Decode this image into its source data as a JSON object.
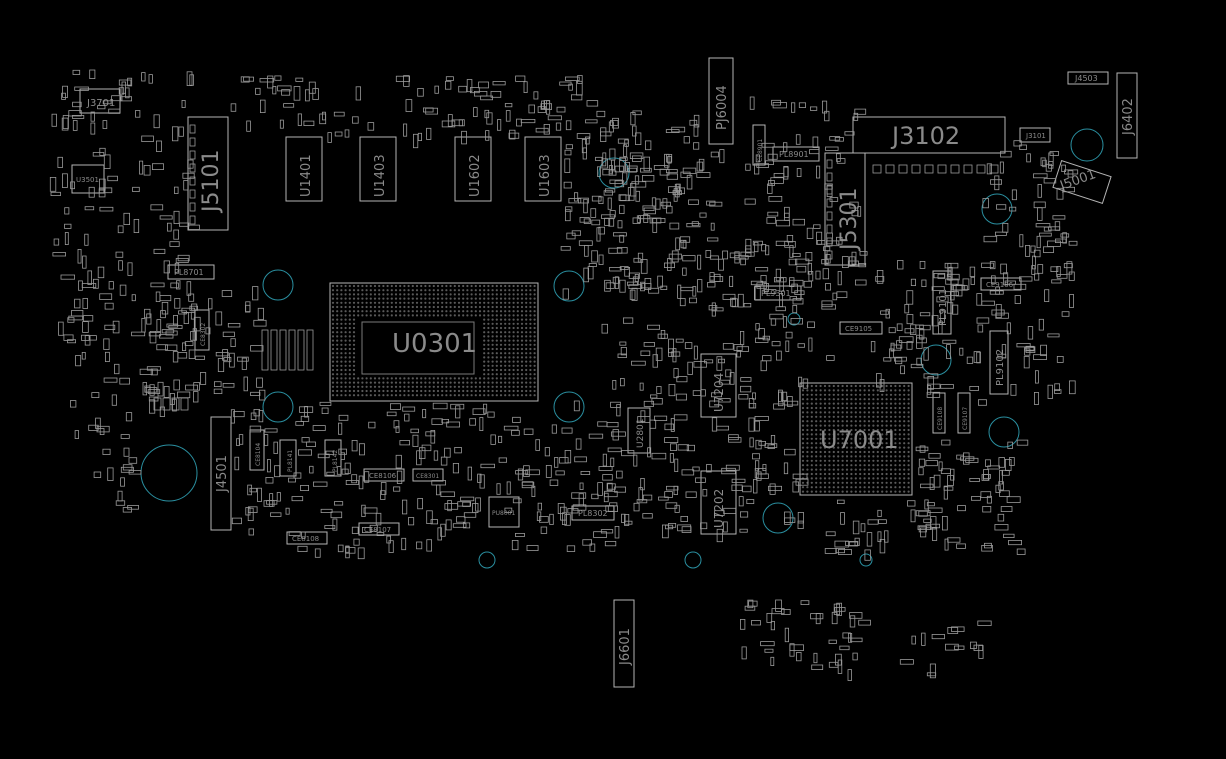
{
  "board": {
    "colors": {
      "background": "#000000",
      "outline": "#b5b5b5",
      "label": "#8a8a8a",
      "hole": "#2a8fa0"
    },
    "large_labels": {
      "u0301": "U0301",
      "u7001": "U7001",
      "j3102": "J3102",
      "j5101": "J5101",
      "j5301": "J5301",
      "j4501": "J4501",
      "j6402": "J6402",
      "j6601": "J6601",
      "pj6004": "PJ6004",
      "j5001": "J5001",
      "u1401": "U1401",
      "u1403": "U1403",
      "u1602": "U1602",
      "u1603": "U1603",
      "u7204": "U7204",
      "u7202": "U7202",
      "u2801": "U2801"
    },
    "small_labels": {
      "j3701": "J3701",
      "j4503": "J4503",
      "j3101": "J3101",
      "u3501": "U3501",
      "pl8701": "PL8701",
      "pl8901": "PL8901",
      "pl9301": "PL9301",
      "pl9101": "PL9101",
      "pl9102": "PL9102",
      "pl8302": "PL8302",
      "pu8001": "PU8001",
      "ce9106": "CE9106",
      "ce9105": "CE9105",
      "ce8106": "CE8106",
      "ce8107": "CE8107",
      "ce8108": "CE8108",
      "ce8301": "CE8301",
      "ce8104": "CE8104",
      "pl8141": "PL8141",
      "pl8142": "PL8142",
      "ce9108": "CE9108",
      "ce9107": "CE9107",
      "ce8901": "CE8901",
      "ce8302": "CE8302"
    }
  }
}
